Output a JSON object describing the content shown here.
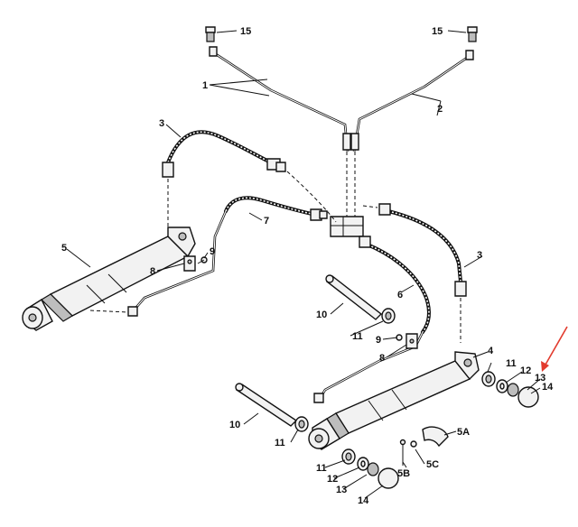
{
  "callouts": {
    "c1": "1",
    "c2": "2",
    "c3a": "3",
    "c3b": "3",
    "c4": "4",
    "c5": "5",
    "c5a": "5A",
    "c5b": "5B",
    "c5c": "5C",
    "c6": "6",
    "c7": "7",
    "c8a": "8",
    "c8b": "8",
    "c9a": "9",
    "c9b": "9",
    "c10a": "10",
    "c10b": "10",
    "c11a": "11",
    "c11b": "11",
    "c11c": "11",
    "c11d": "11",
    "c12a": "12",
    "c12b": "12",
    "c13a": "13",
    "c13b": "13",
    "c14a": "14",
    "c14b": "14",
    "c15a": "15",
    "c15b": "15"
  },
  "highlight": {
    "arrow_color": "#e23b2e",
    "target_callout": "13"
  }
}
